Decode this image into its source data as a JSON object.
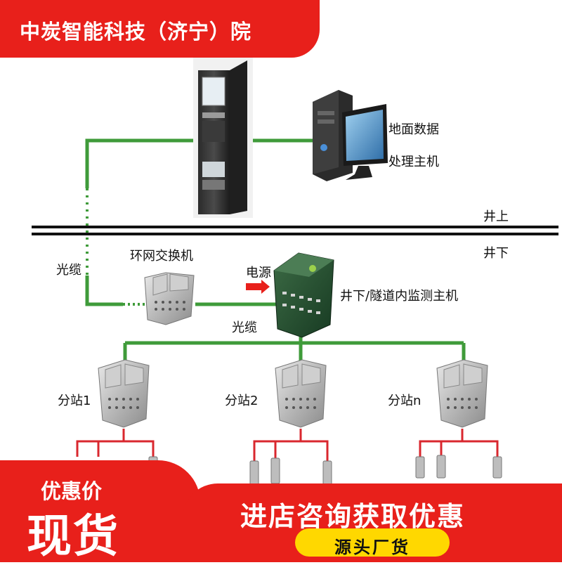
{
  "header": {
    "title": "中炭智能科技（济宁）院"
  },
  "diagram": {
    "host_label_line1": "地面数据",
    "host_label_line2": "处理主机",
    "above_ground": "井上",
    "below_ground": "井下",
    "fiber_cable_left": "光缆",
    "ring_switch": "环网交换机",
    "power": "电源",
    "monitor_host": "井下/隧道内监测主机",
    "fiber_cable_mid": "光缆",
    "substations": [
      "分站1",
      "分站2",
      "分站n"
    ]
  },
  "colors": {
    "accent": "#e8201b",
    "cable": "#3f9b3a",
    "wire": "#d9272e",
    "pill": "#ffd800"
  },
  "promo": {
    "small_label": "优惠价",
    "big_label": "现货",
    "cta": "进店咨询获取优惠",
    "badge": "源头厂货"
  }
}
